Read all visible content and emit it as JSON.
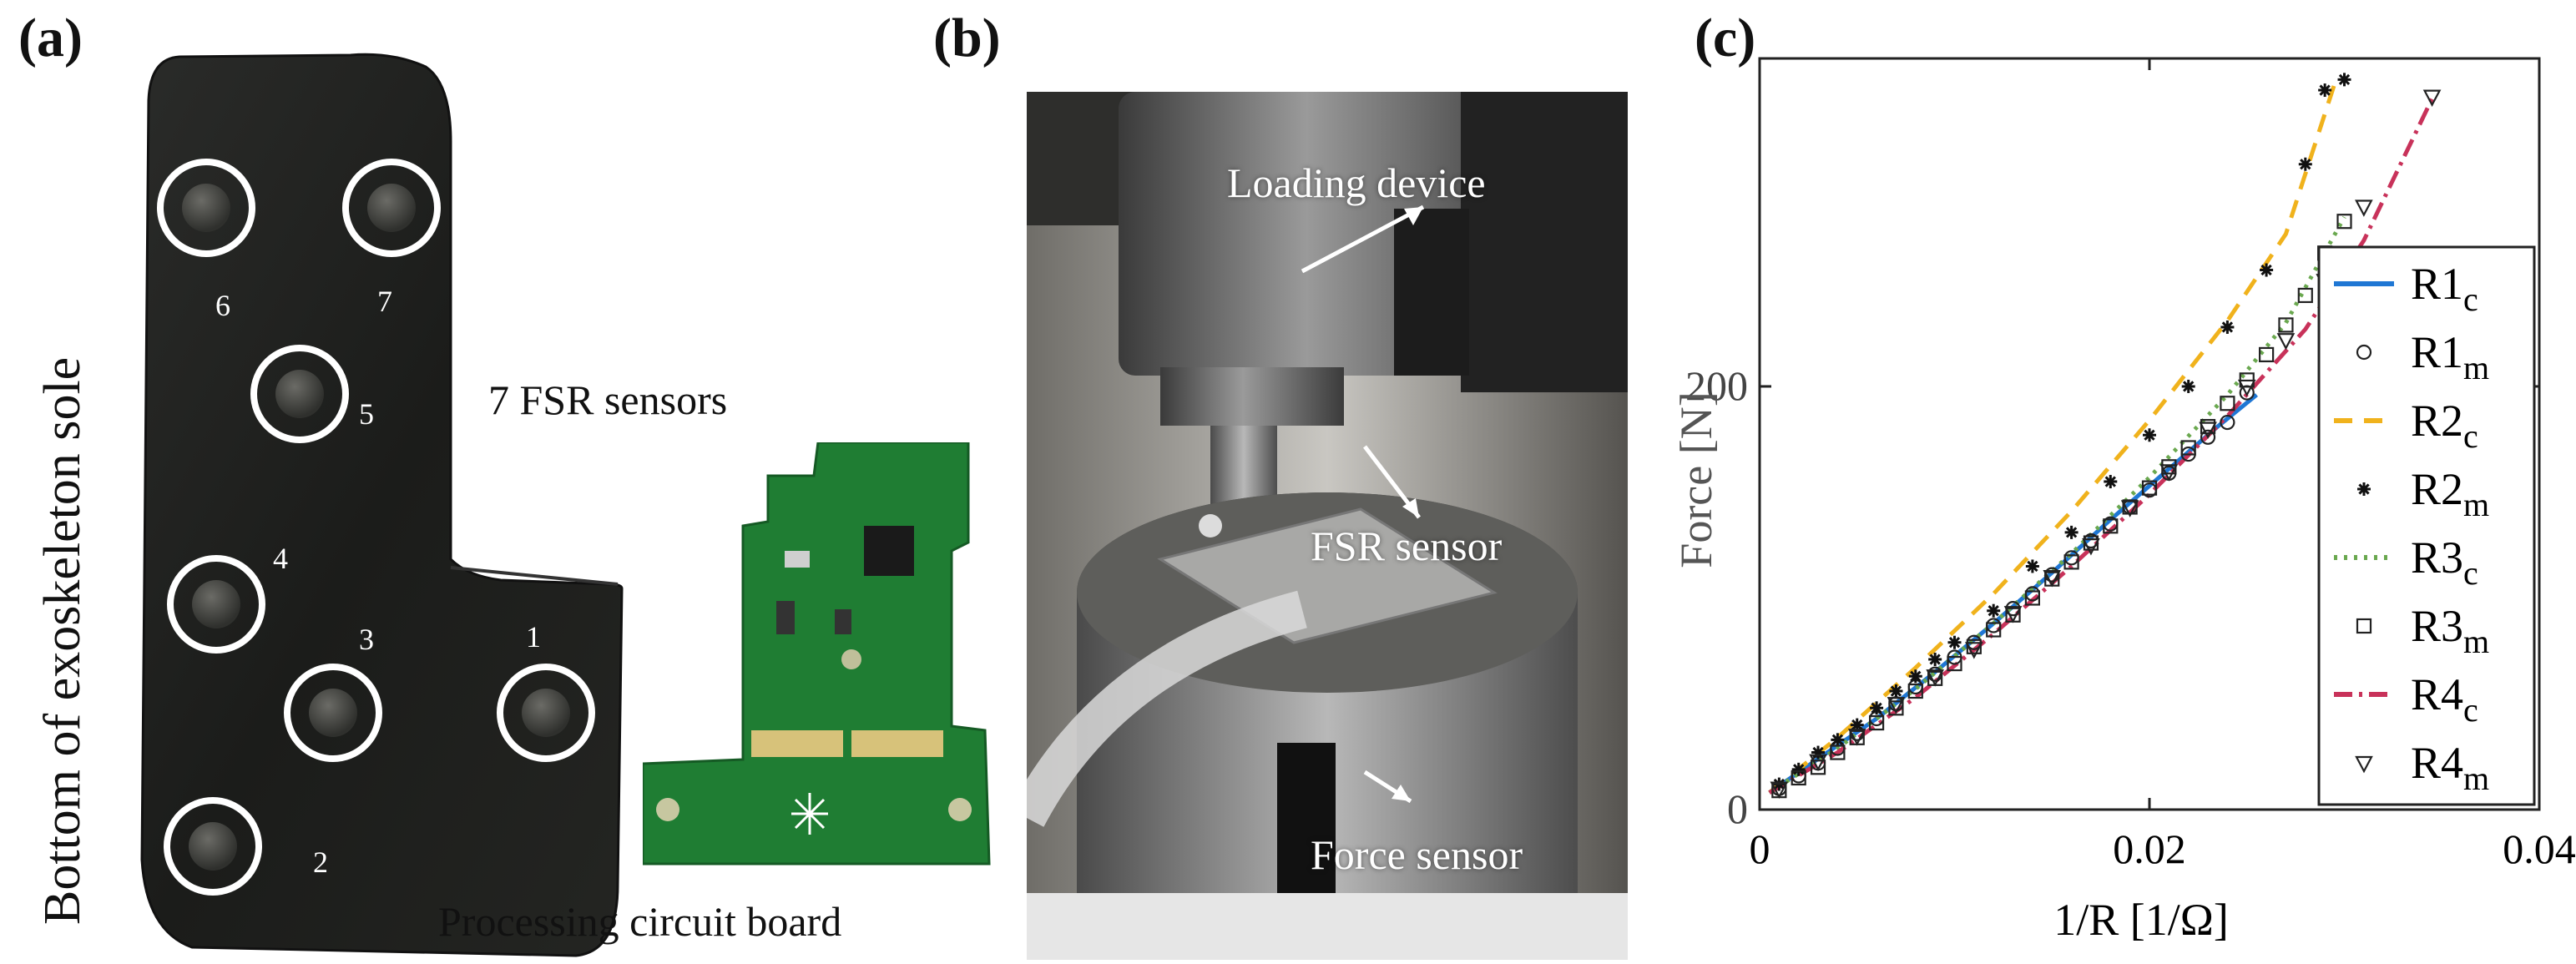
{
  "panel_a": {
    "label": "(a)",
    "side_label": "Bottom of exoskeleton sole",
    "sensors_caption": "7 FSR sensors",
    "board_caption": "Processing circuit board",
    "sensor_numbers": [
      "1",
      "2",
      "3",
      "4",
      "5",
      "6",
      "7"
    ]
  },
  "panel_b": {
    "label": "(b)",
    "annotations": {
      "loading": "Loading device",
      "fsr": "FSR sensor",
      "force": "Force sensor"
    }
  },
  "panel_c": {
    "label": "(c)"
  },
  "chart_data": {
    "type": "scatter",
    "xlabel": "1/R [1/Ω]",
    "ylabel": "Force [N]",
    "xlim": [
      0,
      0.04
    ],
    "ylim": [
      0,
      355
    ],
    "xticks": [
      "0",
      "0.02",
      "0.04"
    ],
    "yticks": [
      "0",
      "200"
    ],
    "grid": false,
    "legend_position": "right",
    "series": [
      {
        "name": "R1c",
        "base": "R1",
        "sub": "c",
        "kind": "line",
        "color": "#1f77d4",
        "dash": "solid",
        "x": [
          0.0005,
          0.003,
          0.006,
          0.009,
          0.012,
          0.015,
          0.018,
          0.021,
          0.0235,
          0.0255
        ],
        "y": [
          8,
          24,
          43,
          65,
          88,
          112,
          137,
          161,
          181,
          196
        ]
      },
      {
        "name": "R1m",
        "base": "R1",
        "sub": "m",
        "kind": "marker",
        "marker": "circle",
        "x": [
          0.001,
          0.002,
          0.003,
          0.004,
          0.005,
          0.006,
          0.007,
          0.008,
          0.009,
          0.01,
          0.011,
          0.012,
          0.013,
          0.014,
          0.015,
          0.016,
          0.017,
          0.018,
          0.019,
          0.02,
          0.021,
          0.022,
          0.023,
          0.024,
          0.025
        ],
        "y": [
          10,
          16,
          22,
          29,
          36,
          43,
          50,
          58,
          64,
          72,
          79,
          87,
          95,
          102,
          111,
          119,
          127,
          135,
          143,
          151,
          159,
          168,
          176,
          183,
          197
        ]
      },
      {
        "name": "R2c",
        "base": "R2",
        "sub": "c",
        "kind": "line",
        "color": "#f0b21c",
        "dash": "22 14",
        "x": [
          0.0005,
          0.004,
          0.008,
          0.012,
          0.016,
          0.02,
          0.024,
          0.027,
          0.0295
        ],
        "y": [
          8,
          34,
          67,
          102,
          141,
          184,
          231,
          272,
          343
        ]
      },
      {
        "name": "R2m",
        "base": "R2",
        "sub": "m",
        "kind": "marker",
        "marker": "star",
        "x": [
          0.001,
          0.002,
          0.003,
          0.004,
          0.005,
          0.006,
          0.007,
          0.008,
          0.009,
          0.01,
          0.012,
          0.014,
          0.016,
          0.018,
          0.02,
          0.022,
          0.024,
          0.026,
          0.028,
          0.029,
          0.03
        ],
        "y": [
          12,
          19,
          27,
          33,
          40,
          48,
          56,
          63,
          71,
          79,
          94,
          115,
          131,
          155,
          177,
          200,
          228,
          255,
          305,
          340,
          345
        ]
      },
      {
        "name": "R3c",
        "base": "R3",
        "sub": "c",
        "kind": "line",
        "color": "#6aa84f",
        "dash": "4 8",
        "x": [
          0.0005,
          0.004,
          0.008,
          0.012,
          0.016,
          0.02,
          0.024,
          0.027,
          0.03
        ],
        "y": [
          8,
          29,
          57,
          88,
          121,
          157,
          196,
          230,
          280
        ]
      },
      {
        "name": "R3m",
        "base": "R3",
        "sub": "m",
        "kind": "marker",
        "marker": "square",
        "x": [
          0.001,
          0.002,
          0.003,
          0.004,
          0.005,
          0.006,
          0.007,
          0.008,
          0.009,
          0.01,
          0.011,
          0.012,
          0.013,
          0.014,
          0.015,
          0.016,
          0.017,
          0.018,
          0.019,
          0.02,
          0.021,
          0.022,
          0.023,
          0.024,
          0.025,
          0.026,
          0.027,
          0.028,
          0.029,
          0.03
        ],
        "y": [
          9,
          15,
          20,
          27,
          34,
          41,
          48,
          56,
          62,
          69,
          77,
          85,
          92,
          100,
          109,
          117,
          126,
          134,
          143,
          152,
          162,
          171,
          181,
          192,
          203,
          215,
          229,
          243,
          263,
          278
        ]
      },
      {
        "name": "R4c",
        "base": "R4",
        "sub": "c",
        "kind": "line",
        "color": "#c8325a",
        "dash": "22 8 4 8",
        "x": [
          0.0005,
          0.004,
          0.008,
          0.012,
          0.016,
          0.02,
          0.024,
          0.028,
          0.031,
          0.0345
        ],
        "y": [
          8,
          27,
          53,
          83,
          115,
          149,
          186,
          227,
          269,
          336
        ]
      },
      {
        "name": "R4m",
        "base": "R4",
        "sub": "m",
        "kind": "marker",
        "marker": "triangle-down",
        "x": [
          0.001,
          0.003,
          0.005,
          0.007,
          0.009,
          0.011,
          0.013,
          0.015,
          0.017,
          0.019,
          0.021,
          0.023,
          0.025,
          0.027,
          0.029,
          0.031,
          0.0345
        ],
        "y": [
          10,
          23,
          35,
          50,
          63,
          76,
          93,
          110,
          125,
          143,
          160,
          180,
          200,
          222,
          250,
          285,
          337
        ]
      }
    ]
  }
}
